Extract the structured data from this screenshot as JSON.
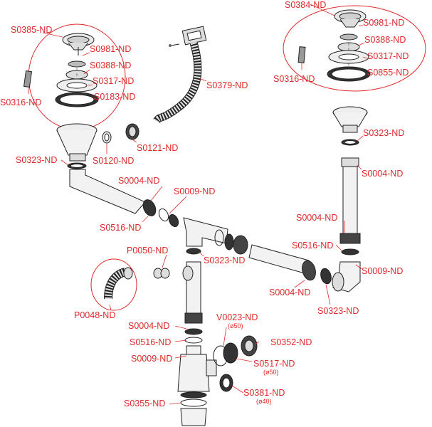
{
  "colors": {
    "label": "#e02a2a",
    "line": "#222222",
    "part_fill": "#f2f2f2"
  },
  "labels": {
    "S0385": "S0385-ND",
    "S0981_left": "S0981-ND",
    "S0388_left": "S0388-ND",
    "S0317_left": "S0317-ND",
    "S0183": "S0183-ND",
    "S0316_left": "S0316-ND",
    "S0379": "S0379-ND",
    "S0384": "S0384-ND",
    "S0981_right": "S0981-ND",
    "S0388_right": "S0388-ND",
    "S0317_right": "S0317-ND",
    "S0855": "S0855-ND",
    "S0316_right": "S0316-ND",
    "S0323_left": "S0323-ND",
    "S0120": "S0120-ND",
    "S0121": "S0121-ND",
    "S0323_right": "S0323-ND",
    "S0004_right_top": "S0004-ND",
    "S0004_center": "S0004-ND",
    "S0009_center": "S0009-ND",
    "S0516_center": "S0516-ND",
    "S0004_right_mid": "S0004-ND",
    "S0516_right": "S0516-ND",
    "S0009_right": "S0009-ND",
    "P0050": "P0050-ND",
    "S0323_center": "S0323-ND",
    "P0048": "P0048-ND",
    "S0004_mid_right": "S0004-ND",
    "S0323_bottom_right": "S0323-ND",
    "V0023": "V0023-ND",
    "V0023_size": "(ø50)",
    "S0004_bottom": "S0004-ND",
    "S0352": "S0352-ND",
    "S0516_bottom": "S0516-ND",
    "S0009_bottom": "S0009-ND",
    "S0517": "S0517-ND",
    "S0517_size": "(ø50)",
    "S0381": "S0381-ND",
    "S0381_size": "(ø40)",
    "S0355": "S0355-ND"
  }
}
